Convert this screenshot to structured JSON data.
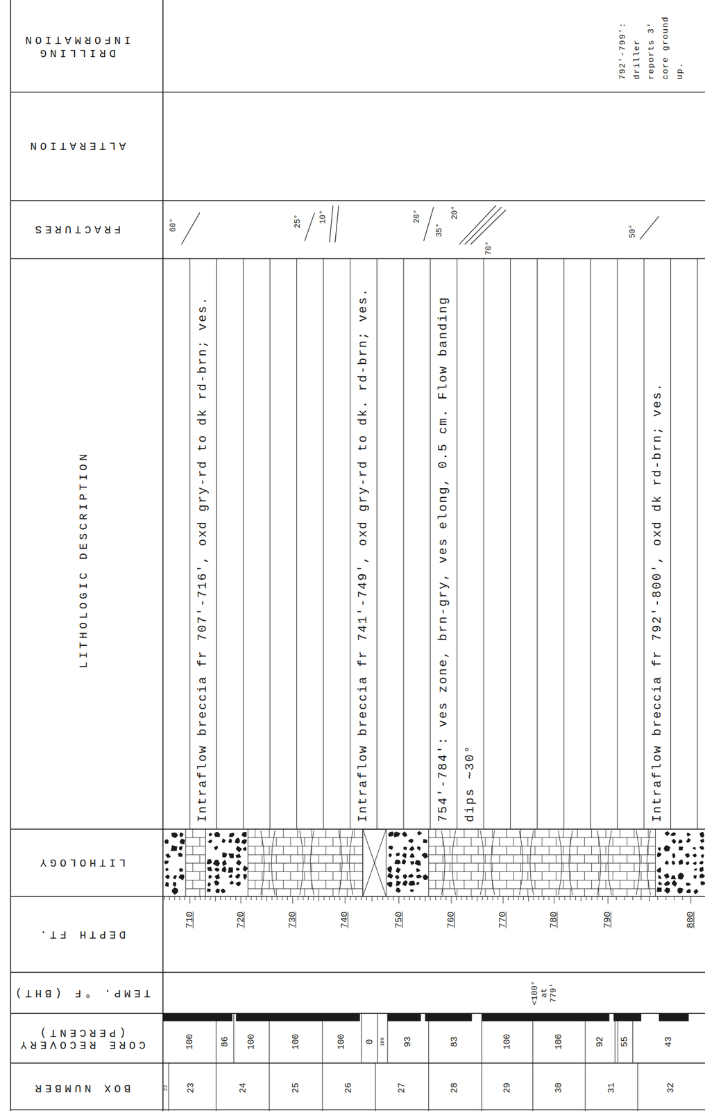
{
  "diagram": {
    "labels": [
      "DRILLING INFORMATION",
      "792'-799': driller reports 3' core ground up.",
      "ALTERATION",
      "FRACTURES",
      "60°",
      "25°",
      "10°",
      "20°",
      "35°",
      "20°",
      "70°",
      "50°",
      "LITHOLOGIC DESCRIPTION",
      "Intraflow breccia fr 707'-716', oxd gry-rd to dk rd-brn; ves.",
      "Intraflow breccia fr 741'-749', oxd gry-rd to dk. rd-brn; ves.",
      "754'-784': ves zone, brn-gry, ves elong, 0.5 cm. Flow banding dips ∼30°",
      "Intraflow breccia fr 792'-800', oxd dk rd-brn; ves.",
      "LITHOLOGY",
      "DEPTH FT.",
      "710",
      "720",
      "730",
      "740",
      "750",
      "760",
      "770",
      "780",
      "790",
      "800",
      "TEMP. °F (BHT)",
      "<100° at 779'",
      "CORE RECOVERY (PERCENT)",
      "100",
      "86",
      "100",
      "100",
      "100",
      "0",
      "100",
      "93",
      "83",
      "100",
      "100",
      "92",
      "55",
      "43",
      "BOX NUMBER",
      "22",
      "23",
      "24",
      "25",
      "26",
      "27",
      "28",
      "29",
      "30",
      "31",
      "32"
    ]
  }
}
